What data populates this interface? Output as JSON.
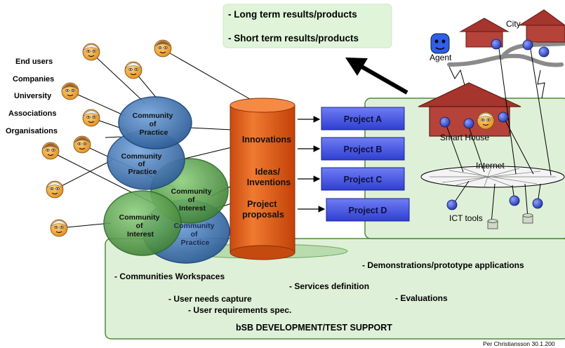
{
  "results_box": {
    "long_term": "- Long term results/products",
    "short_term": "- Short term results/products"
  },
  "stakeholders": [
    "End users",
    "Companies",
    "University",
    "Associations",
    "Organisations"
  ],
  "communities": {
    "practice_1": [
      "Community",
      "of",
      "Practice"
    ],
    "practice_2": [
      "Community",
      "of",
      "Practice"
    ],
    "interest_1": [
      "Community",
      "of",
      "Interest"
    ],
    "interest_2": [
      "Community",
      "of",
      "Interest"
    ],
    "practice_3": [
      "Community",
      "of",
      "Practice"
    ]
  },
  "cylinder": {
    "innovations": "Innovations",
    "ideas": [
      "Ideas/",
      "Inventions"
    ],
    "proposals": [
      "Project",
      "proposals"
    ]
  },
  "projects": [
    "Project A",
    "Project B",
    "Project C",
    "Project D"
  ],
  "environment": {
    "city": "City",
    "agent": "Agent",
    "smart_house": "Smart House",
    "internet": "Internet",
    "ict_tools": "ICT tools"
  },
  "support": {
    "communities_workspaces": "- Communities Workspaces",
    "demonstrations": "- Demonstrations/prototype applications",
    "services": "- Services definition",
    "user_needs": "- User needs capture",
    "user_requirements": "- User requirements spec.",
    "evaluations": "- Evaluations",
    "title": "bSB DEVELOPMENT/TEST SUPPORT"
  },
  "credit": "Per Christiansson 30.1.200",
  "colors": {
    "green_fill": "#dff0d8",
    "green_border": "#4f8a3c",
    "blue_ellipse": "#3f76b5",
    "green_ellipse": "#5aa050",
    "cylinder": "#e45d15",
    "project_box": "#3b4fe0",
    "roof": "#a5352d",
    "node": "#3550c8",
    "face": "#f2a335"
  }
}
